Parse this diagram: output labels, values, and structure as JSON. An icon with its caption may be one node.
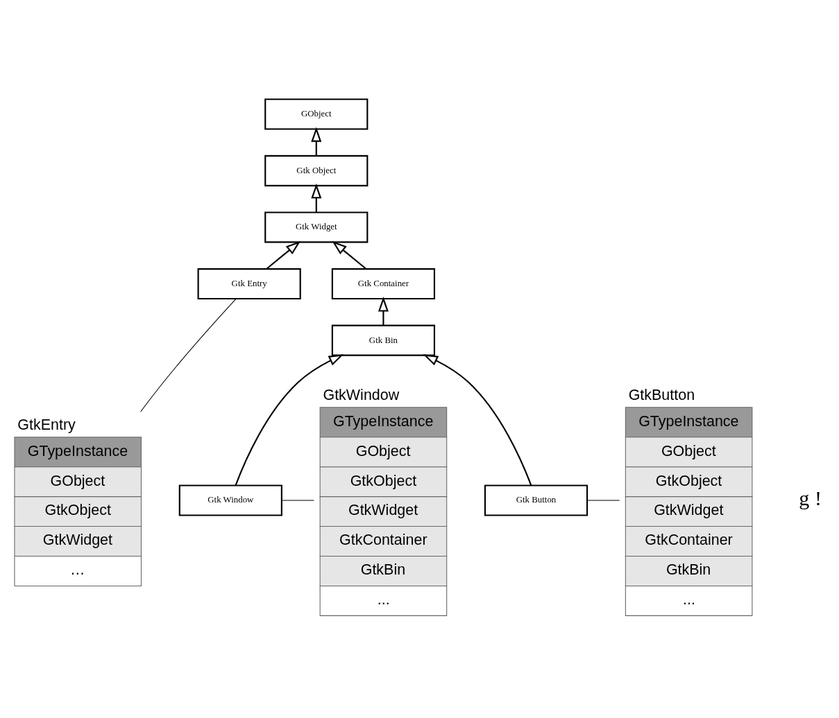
{
  "diagram": {
    "nodes": [
      {
        "text": [
          "GtkEntry",
          "GTypeInstance",
          "GObject",
          "GtkObject",
          "GtkWidget",
          "…"
        ]
      },
      {
        "text": [
          "GObject"
        ]
      },
      {
        "text": [
          "Gtk Object"
        ]
      },
      {
        "text": [
          "Gtk Widget"
        ]
      },
      {
        "text": [
          "GtkWindow",
          "GTypeInstance",
          "GObject",
          "GtkObject",
          "GtkWidget",
          "GtkContainer",
          "GtkBin",
          "..."
        ]
      },
      {
        "text": [
          "Gtk Container"
        ]
      },
      {
        "text": [
          "Gtk Entry"
        ]
      },
      {
        "text": [
          "GtkButton",
          "GTypeInstance",
          "GObject",
          "GtkObject",
          "GtkWidget",
          "GtkContainer",
          "GtkBin",
          "..."
        ]
      },
      {
        "text": [
          "Gtk Bin"
        ]
      },
      {
        "text": [
          "Gtk Window"
        ]
      },
      {
        "text": [
          "Gtk Button"
        ]
      }
    ],
    "edges": [
      {
        "from": 2,
        "to": 1,
        "arrow": "to"
      },
      {
        "from": 3,
        "to": 2,
        "arrow": "to"
      },
      {
        "from": 5,
        "to": 3,
        "arrow": "to"
      },
      {
        "from": 6,
        "to": 3,
        "arrow": "to"
      },
      {
        "from": 8,
        "to": 5,
        "arrow": "to"
      },
      {
        "from": 9,
        "to": 8,
        "arrow": "to"
      },
      {
        "from": 10,
        "to": 8,
        "arrow": "to"
      },
      {
        "from": 0,
        "to": 6,
        "arrow": "none"
      },
      {
        "from": 4,
        "to": 9,
        "arrow": "none"
      },
      {
        "from": 10,
        "to": 7,
        "arrow": "none"
      }
    ],
    "labels": [
      "g !"
    ]
  }
}
